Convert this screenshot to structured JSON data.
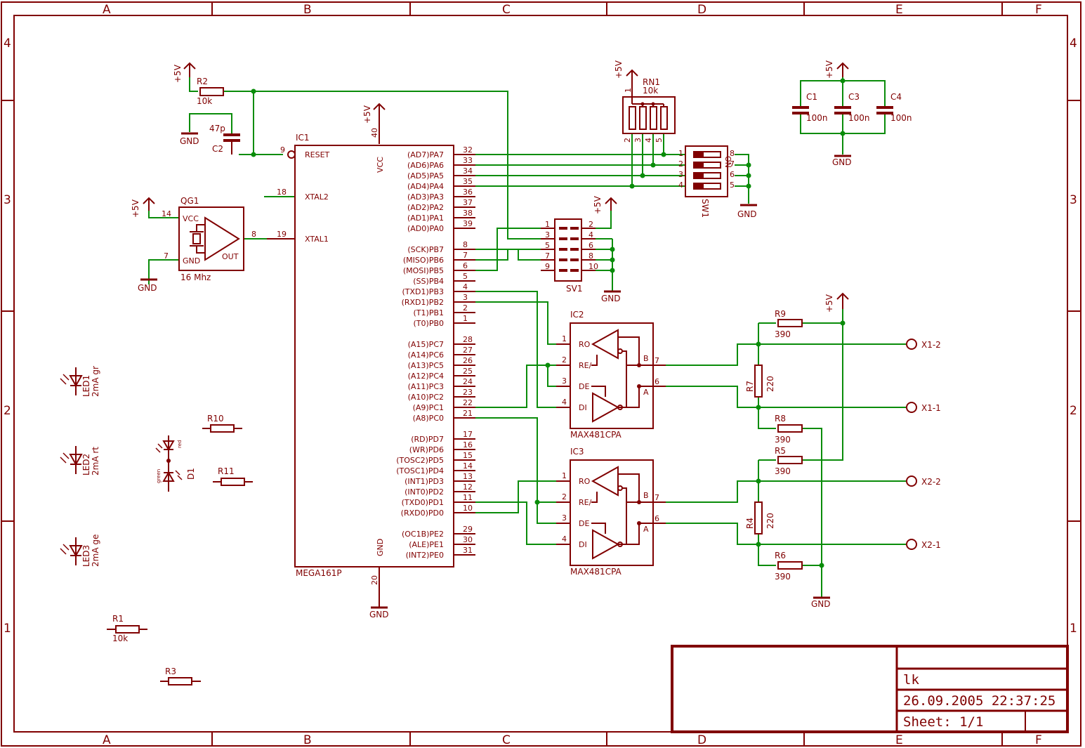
{
  "frame": {
    "columns": [
      "A",
      "B",
      "C",
      "D",
      "E",
      "F"
    ],
    "rows": [
      "4",
      "3",
      "2",
      "1"
    ]
  },
  "title_block": {
    "title": "lk",
    "datetime": "26.09.2005 22:37:25",
    "sheet": "Sheet: 1/1"
  },
  "nets": {
    "vcc": "+5V",
    "gnd": "GND"
  },
  "parts": {
    "r2": {
      "ref": "R2",
      "value": "10k"
    },
    "c2": {
      "ref": "C2",
      "value": "47p"
    },
    "ic1": {
      "ref": "IC1",
      "value": "MEGA161P"
    },
    "qg1": {
      "ref": "QG1",
      "value": "16 Mhz",
      "vcc": "VCC",
      "gnd": "GND",
      "out": "OUT"
    },
    "rn1": {
      "ref": "RN1",
      "value": "10k"
    },
    "sw1": {
      "ref": "SW1",
      "on": "ON"
    },
    "sv1": {
      "ref": "SV1"
    },
    "c1": {
      "ref": "C1",
      "value": "100n"
    },
    "c3": {
      "ref": "C3",
      "value": "100n"
    },
    "c4": {
      "ref": "C4",
      "value": "100n"
    },
    "ic2": {
      "ref": "IC2",
      "value": "MAX481CPA"
    },
    "ic3": {
      "ref": "IC3",
      "value": "MAX481CPA"
    },
    "r9": {
      "ref": "R9",
      "value": "390"
    },
    "r7": {
      "ref": "R7",
      "value": "220"
    },
    "r8": {
      "ref": "R8",
      "value": "390"
    },
    "r5": {
      "ref": "R5",
      "value": "390"
    },
    "r4": {
      "ref": "R4",
      "value": "220"
    },
    "r6": {
      "ref": "R6",
      "value": "390"
    },
    "r10": {
      "ref": "R10"
    },
    "r11": {
      "ref": "R11"
    },
    "r1": {
      "ref": "R1",
      "value": "10k"
    },
    "r3": {
      "ref": "R3"
    },
    "led1": {
      "ref": "LED1",
      "value": "2mA gr"
    },
    "led2": {
      "ref": "LED2",
      "value": "2mA rt"
    },
    "led3": {
      "ref": "LED3",
      "value": "2mA ge"
    },
    "d1": {
      "ref": "D1",
      "red": "red",
      "green": "green"
    }
  },
  "connectors": [
    "X1-2",
    "X1-1",
    "X2-2",
    "X2-1"
  ],
  "ic1_pins": {
    "reset": "RESET",
    "xtal2": "XTAL2",
    "xtal1": "XTAL1",
    "vcc": "VCC",
    "gnd": "GND",
    "n_reset": "9",
    "n_xtal2": "18",
    "n_xtal1": "19",
    "n_vcc": "40",
    "n_gnd": "20",
    "right": [
      {
        "name": "(AD7)PA7",
        "num": "32"
      },
      {
        "name": "(AD6)PA6",
        "num": "33"
      },
      {
        "name": "(AD5)PA5",
        "num": "34"
      },
      {
        "name": "(AD4)PA4",
        "num": "35"
      },
      {
        "name": "(AD3)PA3",
        "num": "36"
      },
      {
        "name": "(AD2)PA2",
        "num": "37"
      },
      {
        "name": "(AD1)PA1",
        "num": "38"
      },
      {
        "name": "(AD0)PA0",
        "num": "39"
      },
      {
        "name": "(SCK)PB7",
        "num": "8"
      },
      {
        "name": "(MISO)PB6",
        "num": "7"
      },
      {
        "name": "(MOSI)PB5",
        "num": "6"
      },
      {
        "name": "(SS)PB4",
        "num": "5"
      },
      {
        "name": "(TXD1)PB3",
        "num": "4"
      },
      {
        "name": "(RXD1)PB2",
        "num": "3"
      },
      {
        "name": "(T1)PB1",
        "num": "2"
      },
      {
        "name": "(T0)PB0",
        "num": "1"
      },
      {
        "name": "(A15)PC7",
        "num": "28"
      },
      {
        "name": "(A14)PC6",
        "num": "27"
      },
      {
        "name": "(A13)PC5",
        "num": "26"
      },
      {
        "name": "(A12)PC4",
        "num": "25"
      },
      {
        "name": "(A11)PC3",
        "num": "24"
      },
      {
        "name": "(A10)PC2",
        "num": "23"
      },
      {
        "name": "(A9)PC1",
        "num": "22"
      },
      {
        "name": "(A8)PC0",
        "num": "21"
      },
      {
        "name": "(RD)PD7",
        "num": "17"
      },
      {
        "name": "(WR)PD6",
        "num": "16"
      },
      {
        "name": "(TOSC2)PD5",
        "num": "15"
      },
      {
        "name": "(TOSC1)PD4",
        "num": "14"
      },
      {
        "name": "(INT1)PD3",
        "num": "13"
      },
      {
        "name": "(INT0)PD2",
        "num": "12"
      },
      {
        "name": "(TXD0)PD1",
        "num": "11"
      },
      {
        "name": "(RXD0)PD0",
        "num": "10"
      },
      {
        "name": "(OC1B)PE2",
        "num": "29"
      },
      {
        "name": "(ALE)PE1",
        "num": "30"
      },
      {
        "name": "(INT2)PE0",
        "num": "31"
      }
    ]
  },
  "max_pins": {
    "ro": "RO",
    "re": "RE/",
    "de": "DE",
    "di": "DI",
    "b": "B",
    "a": "A",
    "n_ro": "1",
    "n_re": "2",
    "n_de": "3",
    "n_di": "4",
    "n_b": "7",
    "n_a": "6"
  },
  "qg1_pins": {
    "n_vcc": "14",
    "n_gnd": "7",
    "n_out": "8"
  },
  "rn1_pins": [
    "1",
    "2",
    "3",
    "4",
    "5"
  ],
  "sw1_pins": {
    "left": [
      "1",
      "2",
      "3",
      "4"
    ],
    "right": [
      "8",
      "7",
      "6",
      "5"
    ]
  },
  "sv1_pins": {
    "left": [
      "1",
      "3",
      "5",
      "7",
      "9"
    ],
    "right": [
      "2",
      "4",
      "6",
      "8",
      "10"
    ]
  }
}
